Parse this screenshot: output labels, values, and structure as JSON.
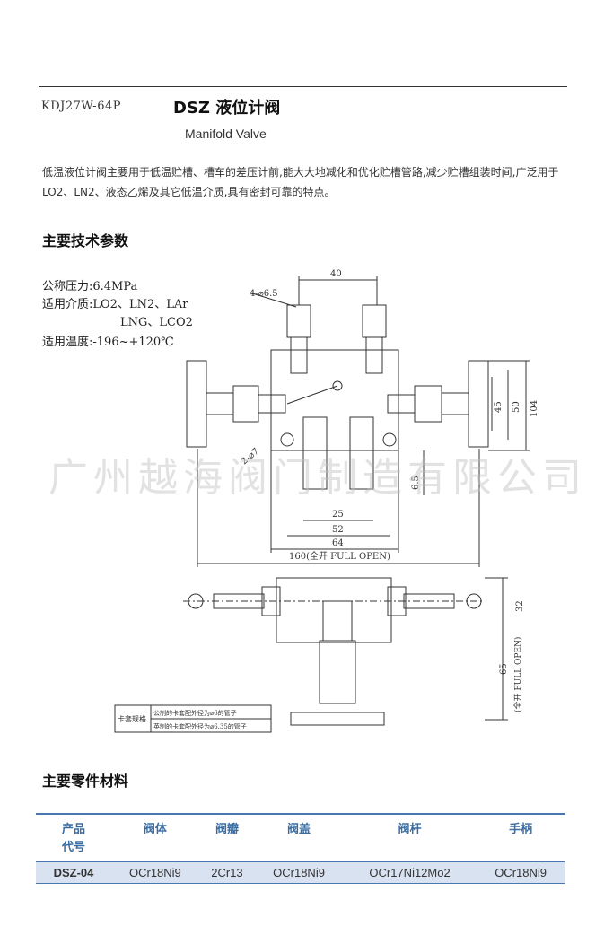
{
  "header": {
    "model_code": "KDJ27W-64P",
    "title": "DSZ 液位计阀",
    "subtitle": "Manifold Valve"
  },
  "description": "低温液位计阀主要用于低温贮槽、槽车的差压计前,能大大地减化和优化贮槽管路,减少贮槽组装时间,广泛用于 LO2、LN2、液态乙烯及其它低温介质,具有密封可靠的特点。",
  "sections": {
    "tech_params_heading": "主要技术参数",
    "materials_heading": "主要零件材料"
  },
  "specs": {
    "pressure": "公称压力:6.4MPa",
    "media_line1": "适用介质:LO2、LN2、LAr",
    "media_line2": "LNG、LCO2",
    "temperature": "适用温度:-196~+120℃"
  },
  "drawing": {
    "dim_40": "40",
    "dim_holes": "4-⌀6.5",
    "dim_45": "45",
    "dim_50": "50",
    "dim_104": "104",
    "dim_2phi7": "2-⌀7",
    "dim_6_5": "6.5",
    "dim_25": "25",
    "dim_52": "52",
    "dim_64": "64",
    "dim_160": "160(全开 FULL OPEN)",
    "dim_32": "32",
    "dim_65": "65",
    "dim_full_open_vertical": "(全开 FULL OPEN)",
    "ferrule_label": "卡套规格",
    "ferrule_line1": "公制的卡套配外径为⌀6的管子",
    "ferrule_line2": "英制的卡套配外径为⌀6.35的管子"
  },
  "watermark": "广州越海阀门制造有限公司",
  "materials_table": {
    "headers": [
      "产品\n代号",
      "阀体",
      "阀瓣",
      "阀盖",
      "阀杆",
      "手柄"
    ],
    "rows": [
      [
        "DSZ-04",
        "OCr18Ni9",
        "2Cr13",
        "OCr18Ni9",
        "OCr17Ni12Mo2",
        "OCr18Ni9"
      ]
    ]
  },
  "colors": {
    "table_accent": "#4a76b0",
    "table_row_bg": "#d9e2f0",
    "table_header_text": "#3a6da3"
  }
}
